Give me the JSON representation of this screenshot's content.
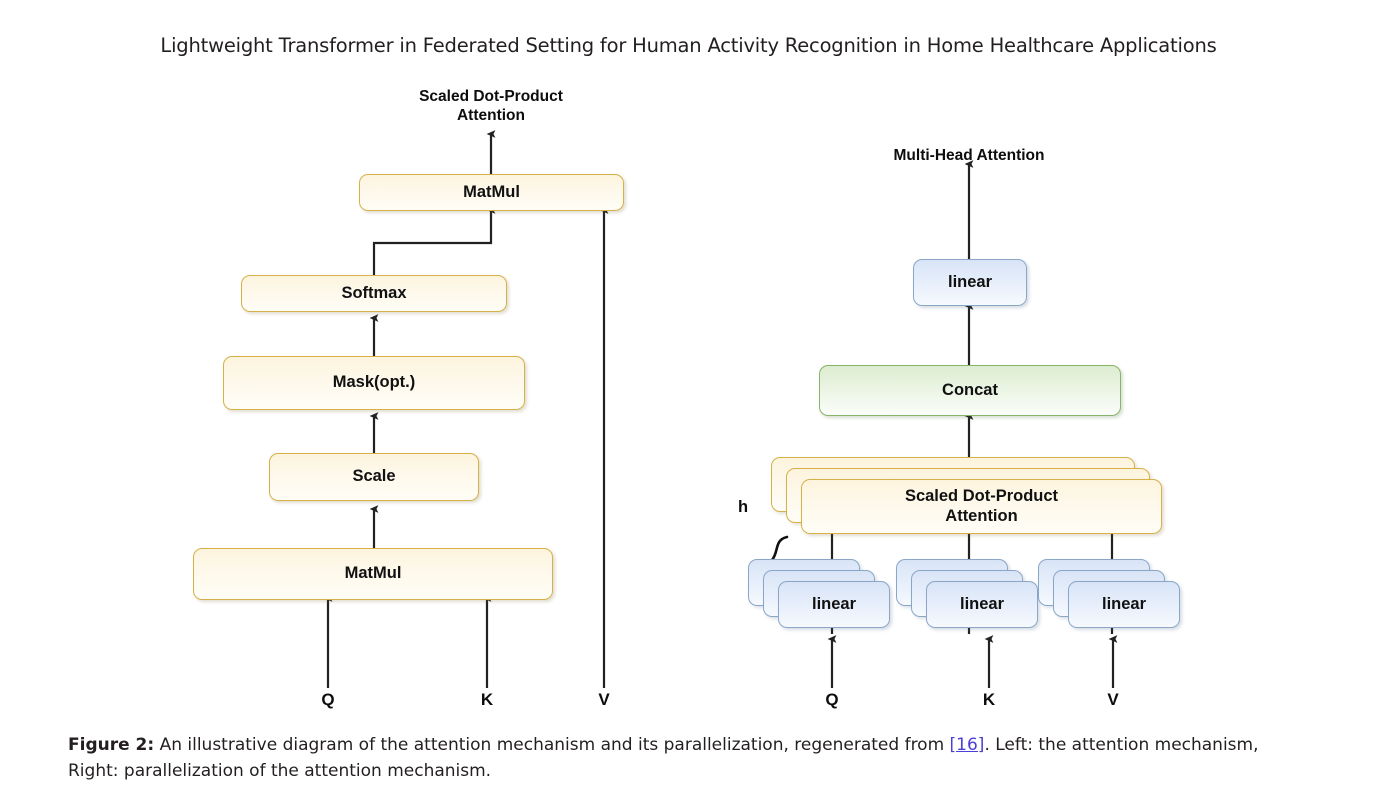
{
  "paper": {
    "title": "Lightweight Transformer in Federated Setting for Human Activity Recognition in Home Healthcare Applications"
  },
  "figure": {
    "caption_figno": "Figure 2:",
    "caption_part1": " An illustrative diagram of the attention mechanism and its parallelization, regenerated from ",
    "caption_citation": "[16]",
    "caption_part2": ". Left: the attention mechanism, Right: parallelization of the attention mechanism.",
    "colors": {
      "yellow_fill": "#fdf8ea",
      "yellow_border": "#d6b149",
      "blue_fill": "#e6eefb",
      "blue_border": "#8aa7c8",
      "green_fill": "#eaf4e3",
      "green_border": "#86b469",
      "arrow": "#222222",
      "citation_link": "#4a3fd6"
    },
    "left_panel": {
      "title": "Scaled Dot-Product\nAttention",
      "nodes": [
        {
          "label": "MatMul",
          "kind": "yellow"
        },
        {
          "label": "Softmax",
          "kind": "yellow"
        },
        {
          "label": "Mask(opt.)",
          "kind": "yellow"
        },
        {
          "label": "Scale",
          "kind": "yellow"
        },
        {
          "label": "MatMul",
          "kind": "yellow"
        }
      ],
      "inputs": [
        "Q",
        "K",
        "V"
      ]
    },
    "right_panel": {
      "title": "Multi-Head Attention",
      "nodes": [
        {
          "label": "linear",
          "kind": "blue"
        },
        {
          "label": "Concat",
          "kind": "green"
        },
        {
          "label": "Scaled Dot-Product\nAttention",
          "kind": "yellow",
          "stacked": true
        }
      ],
      "heads_label": "h",
      "linear_stacks": [
        {
          "label": "linear",
          "input": "Q"
        },
        {
          "label": "linear",
          "input": "K"
        },
        {
          "label": "linear",
          "input": "V"
        }
      ],
      "inputs": [
        "Q",
        "K",
        "V"
      ]
    }
  }
}
